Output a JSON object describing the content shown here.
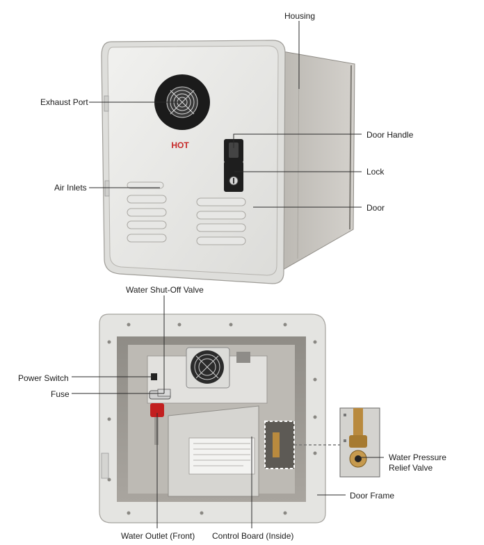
{
  "diagram": {
    "top_unit": {
      "badge_text": "HOT",
      "labels": {
        "housing": "Housing",
        "exhaust_port": "Exhaust Port",
        "door_handle": "Door Handle",
        "lock": "Lock",
        "air_inlets": "Air Inlets",
        "door": "Door"
      }
    },
    "bottom_unit": {
      "labels": {
        "water_shutoff_valve": "Water Shut-Off Valve",
        "power_switch": "Power Switch",
        "fuse": "Fuse",
        "water_pressure_relief_valve_line1": "Water Pressure",
        "water_pressure_relief_valve_line2": "Relief Valve",
        "door_frame": "Door Frame",
        "water_outlet_front": "Water Outlet (Front)",
        "control_board_inside": "Control Board (Inside)"
      }
    },
    "colors": {
      "door_face": "#e9e9e7",
      "housing_side": "#c9c6c1",
      "badge_red": "#c62828",
      "fan_black": "#1b1b1b",
      "leader_line": "#2a2a2a",
      "valve_red": "#c21f1f",
      "brass": "#b98a3e"
    }
  }
}
